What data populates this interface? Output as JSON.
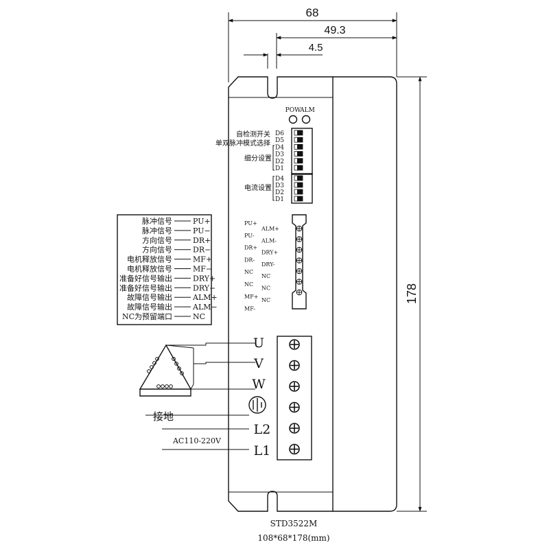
{
  "dimensions": {
    "width_total": "68",
    "width_body": "49.3",
    "slot_width": "4.5",
    "height": "178"
  },
  "panel": {
    "pow": "POW",
    "alm": "ALM",
    "dip_labels": {
      "self_test": "自检测开关",
      "pulse_mode": "单双脉冲模式选择",
      "microstep": "细分设置",
      "current": "电流设置"
    },
    "dip_upper": [
      "D6",
      "D5",
      "D4",
      "D3",
      "D2",
      "D1"
    ],
    "dip_lower": [
      "D4",
      "D3",
      "D2",
      "D1"
    ],
    "connector_left": [
      "PU+",
      "PU-",
      "DR+",
      "DR-",
      "NC",
      "NC",
      "MF+",
      "MF-"
    ],
    "connector_right": [
      "ALM+",
      "ALM-",
      "DRY+",
      "DRY-",
      "NC",
      "NC",
      "NC"
    ]
  },
  "signal_table": [
    {
      "name": "脉冲信号",
      "pin": "PU+"
    },
    {
      "name": "脉冲信号",
      "pin": "PU−"
    },
    {
      "name": "方向信号",
      "pin": "DR+"
    },
    {
      "name": "方向信号",
      "pin": "DR−"
    },
    {
      "name": "电机释放信号",
      "pin": "MF+"
    },
    {
      "name": "电机释放信号",
      "pin": "MF−"
    },
    {
      "name": "准备好信号输出",
      "pin": "DRY+"
    },
    {
      "name": "准备好信号输出",
      "pin": "DRY−"
    },
    {
      "name": "故障信号输出",
      "pin": "ALM+"
    },
    {
      "name": "故障信号输出",
      "pin": "ALM−"
    },
    {
      "name": "NC为预留端口",
      "pin": "NC"
    }
  ],
  "power_terminals": {
    "u": "U",
    "v": "V",
    "w": "W",
    "ground": "接地",
    "l2": "L2",
    "l1": "L1",
    "ac_voltage": "AC110-220V"
  },
  "footer": {
    "model": "STD3522M",
    "size": "108*68*178(mm)"
  }
}
